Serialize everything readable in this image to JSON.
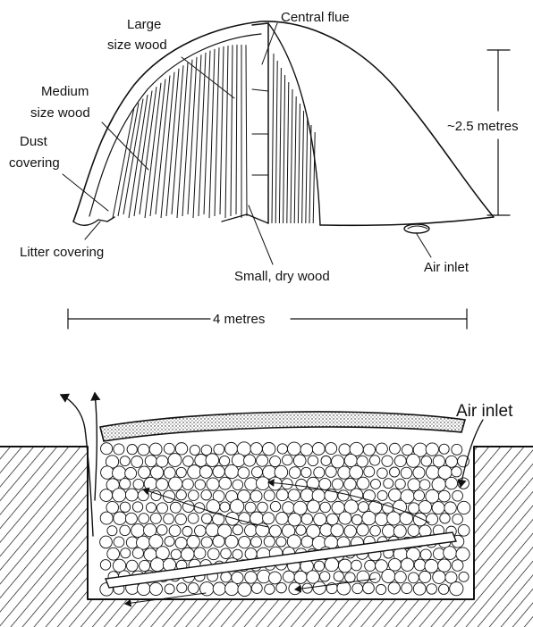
{
  "kiln": {
    "labels": {
      "large_wood_line1": "Large",
      "large_wood_line2": "size wood",
      "central_flue": "Central flue",
      "medium_wood_line1": "Medium",
      "medium_wood_line2": "size wood",
      "dust_line1": "Dust",
      "dust_line2": "covering",
      "litter": "Litter covering",
      "small_wood": "Small, dry wood",
      "air_inlet": "Air inlet",
      "height": "~2.5 metres",
      "width": "4 metres"
    }
  },
  "pit": {
    "labels": {
      "air_inlet": "Air inlet"
    }
  }
}
